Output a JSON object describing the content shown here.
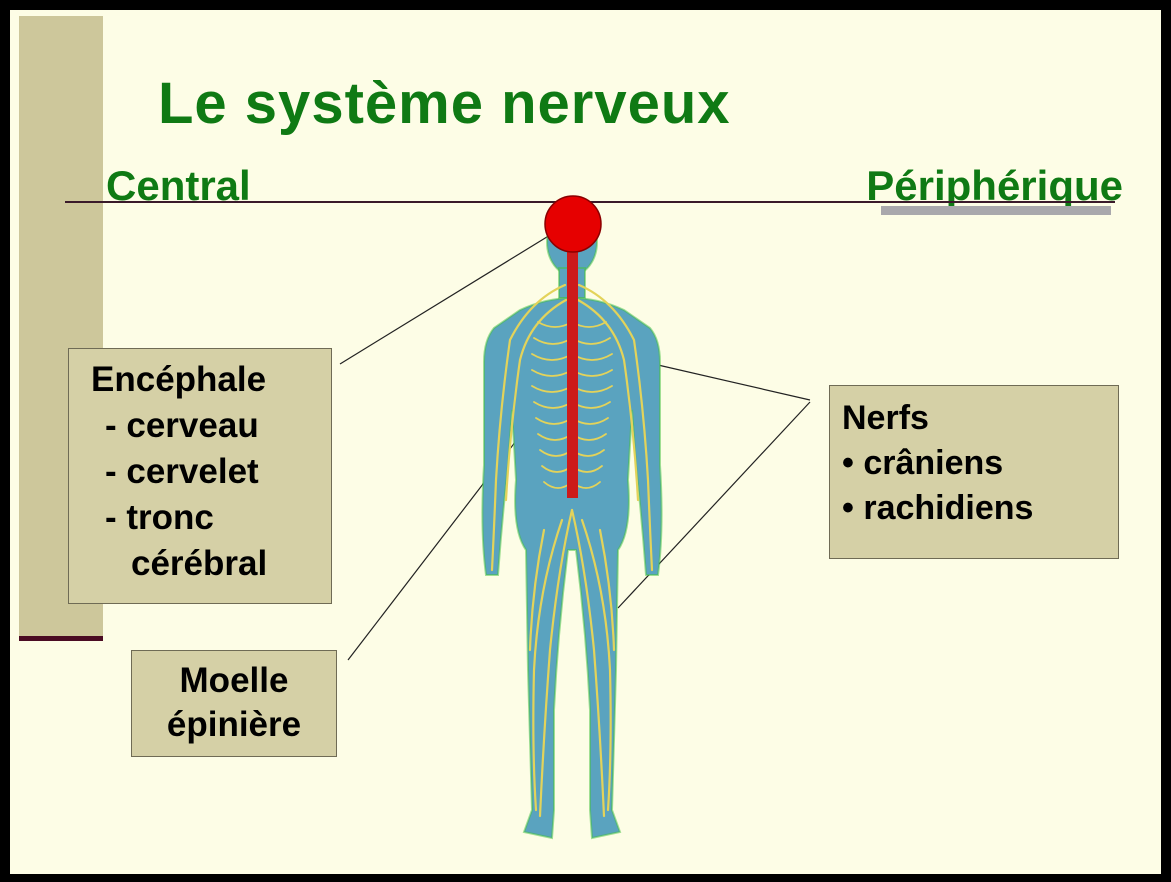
{
  "title": "Le système nerveux",
  "subtitles": {
    "central": "Central",
    "peripheral": "Périphérique"
  },
  "labels": {
    "encephale": {
      "heading": "Encéphale",
      "items": [
        "- cerveau",
        "- cervelet",
        "- tronc",
        "cérébral"
      ]
    },
    "moelle": [
      "Moelle",
      "épinière"
    ],
    "nerfs": {
      "heading": "Nerfs",
      "items": [
        "• crâniens",
        "• rachidiens"
      ]
    }
  },
  "colors": {
    "title": "#0f7a14",
    "brain": "#e60000",
    "spinal_cord": "#cc1a1a",
    "body": "#5aa3bf",
    "nerves": "#e3d35a",
    "label_box": "#d5d0a6",
    "background": "#fdfde6"
  }
}
